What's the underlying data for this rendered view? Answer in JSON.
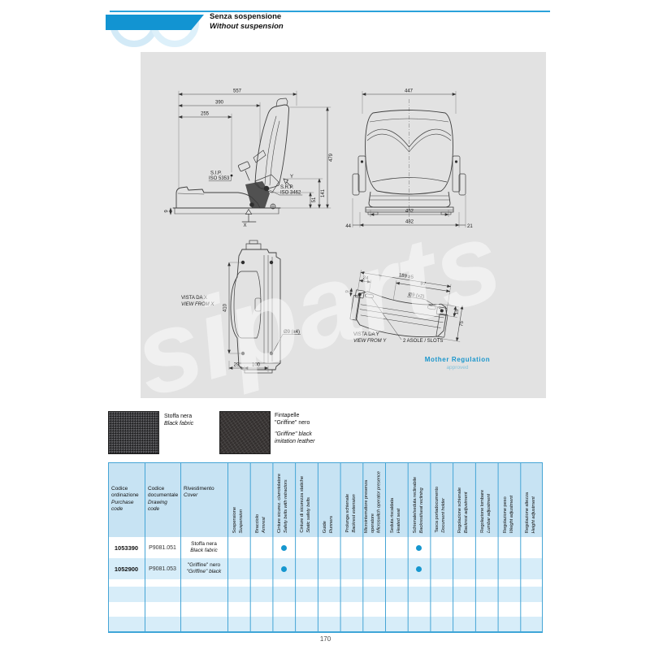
{
  "page": {
    "header": {
      "title_it": "Senza sospensione",
      "title_en": "Without suspension"
    },
    "footer": {
      "page_number": "170"
    }
  },
  "colors": {
    "accent_blue": "#1294d2",
    "header_blue": "#c7e3f3",
    "stripe_blue": "#d7edf9",
    "border_blue": "#45a5d6",
    "dot_blue": "#1697cf",
    "panel_gray": "#e2e2e2"
  },
  "drawing": {
    "watermark": "siparts",
    "approval": {
      "line1": "Mother Regulation",
      "line2": "approved"
    },
    "side_view": {
      "dim_557": "557",
      "dim_390": "390",
      "dim_255": "255",
      "dim_479": "479",
      "dim_141": "141",
      "dim_51": "51",
      "dim_9": "9",
      "sip_line1": "S.I.P.",
      "sip_line2": "ISO 5353",
      "srp_line1": "S.R.P.",
      "srp_line2": "ISO 3462",
      "axis_x": "X",
      "axis_y": "Y"
    },
    "rear_view": {
      "dim_447": "447",
      "dim_452": "452",
      "dim_482": "482",
      "dim_44": "44",
      "dim_21": "21"
    },
    "view_x": {
      "label_it": "VISTA DA X",
      "label_en": "VIEW FROM X",
      "dim_410": "410",
      "holes": "Ø9 (x4)",
      "dim_29": "29",
      "dim_100": "100"
    },
    "view_y": {
      "label_it": "VISTA DA Y",
      "label_en": "VIEW FROM Y",
      "dim_189": "189 ±5",
      "dim_24": "24",
      "dim_97": "97",
      "dim_9": "9",
      "dim_15": "15",
      "dim_75": "75",
      "holes": "Ø9 (x2)",
      "slots": "2 ASOLE / SLOTS"
    }
  },
  "swatches": [
    {
      "name_lines": [
        "Stoffa nera"
      ],
      "name_lines_en": [
        "Black fabric"
      ]
    },
    {
      "name_lines": [
        "Fintapelle",
        "\"Griffine\" nero"
      ],
      "name_lines_en": [
        "\"Griffine\" black",
        "imitation leather"
      ]
    }
  ],
  "table": {
    "columns": [
      {
        "it": "Codice ordinazione",
        "en": "Purchase code"
      },
      {
        "it": "Codice documentale",
        "en": "Drawing code"
      },
      {
        "it": "Rivestimento",
        "en": "Cover"
      },
      {
        "it": "Sospensione",
        "en": "Suspension"
      },
      {
        "it": "Bracciolo",
        "en": "Armrest"
      },
      {
        "it": "Cinture sicurez. c/arrotolatore",
        "en": "Safety belts with retractors"
      },
      {
        "it": "Cinture di sicurezza statiche",
        "en": "Static safety belts"
      },
      {
        "it": "Guide",
        "en": "Runners"
      },
      {
        "it": "Prolunga schienale",
        "en": "Backrest extension"
      },
      {
        "it": "Microinterruttore presenza operatore",
        "en": "Microswitch operator presence"
      },
      {
        "it": "Seduta riscaldata",
        "en": "Heated seat"
      },
      {
        "it": "Schienale/seduta reclinabile",
        "en": "Backrest/seat reclining"
      },
      {
        "it": "Tasca portadocumento",
        "en": "Document holder"
      },
      {
        "it": "Regolazione schienale",
        "en": "Backrest adjustment"
      },
      {
        "it": "Regolazione lombare",
        "en": "Lumbar adjustment"
      },
      {
        "it": "Regolazione peso",
        "en": "Weight adjustment"
      },
      {
        "it": "Regolazione altezza",
        "en": "Height adjustment"
      }
    ],
    "rows": [
      {
        "purchase_code": "1053390",
        "drawing_code": "P9081.051",
        "cover_it": "Stoffa nera",
        "cover_en": "Black fabric",
        "dots": [
          5,
          11
        ]
      },
      {
        "purchase_code": "1052900",
        "drawing_code": "P9081.053",
        "cover_it": "\"Griffine\" nero",
        "cover_en": "\"Griffine\" black",
        "dots": [
          5,
          11
        ]
      }
    ]
  }
}
